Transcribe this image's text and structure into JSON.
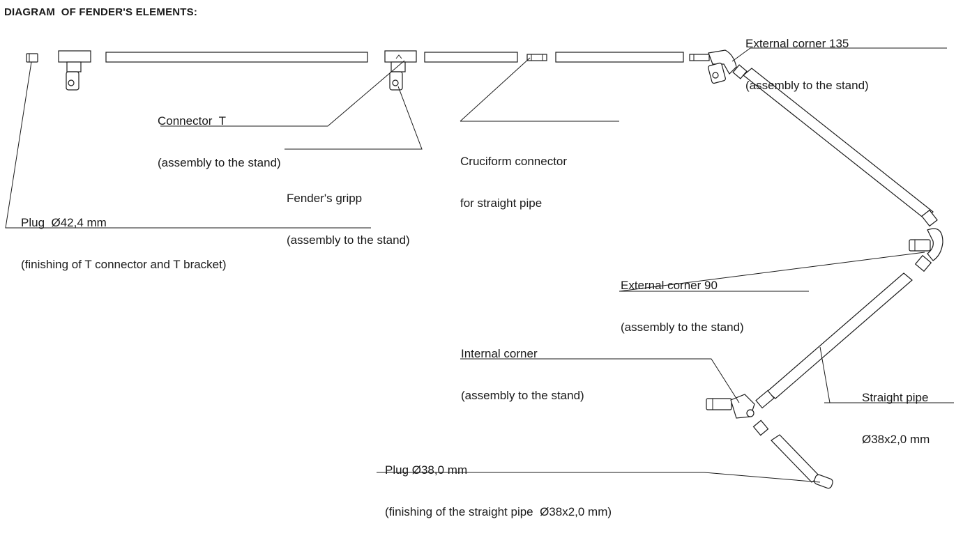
{
  "title": "DIAGRAM  OF FENDER'S ELEMENTS:",
  "labels": {
    "external_corner_135": [
      "External corner 135",
      "(assembly to the stand)"
    ],
    "connector_t": [
      "Connector  T",
      "(assembly to the stand)"
    ],
    "cruciform_connector": [
      "Cruciform connector",
      "for straight pipe"
    ],
    "fenders_gripp": [
      "Fender's gripp",
      "(assembly to the stand)"
    ],
    "plug_42": [
      "Plug  Ø42,4 mm",
      "(finishing of T connector and T bracket)"
    ],
    "external_corner_90": [
      "External corner 90",
      "(assembly to the stand)"
    ],
    "internal_corner": [
      "Internal corner",
      "(assembly to the stand)"
    ],
    "straight_pipe": [
      "Straight pipe",
      "Ø38x2,0 mm"
    ],
    "plug_38": [
      "Plug Ø38,0 mm",
      "(finishing of the straight pipe  Ø38x2,0 mm)"
    ]
  }
}
